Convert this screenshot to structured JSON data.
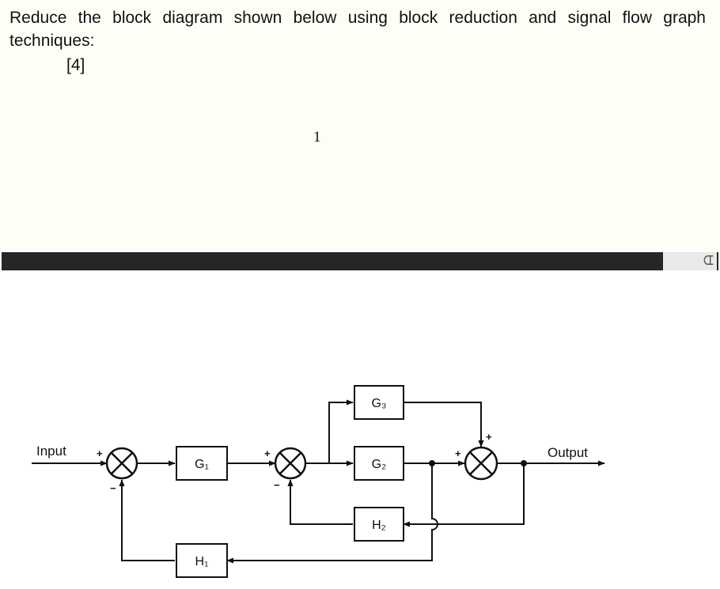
{
  "question": {
    "text": "Reduce the block diagram shown below using block reduction and signal flow graph techniques:",
    "marks": "[4]"
  },
  "page_number": "1",
  "corner_glyph": "ᗭ",
  "diagram": {
    "input_label": "Input",
    "output_label": "Output",
    "blocks": {
      "g1": "G₁",
      "g2": "G₂",
      "g3": "G₃",
      "h1": "H₁",
      "h2": "H₂"
    },
    "signs": {
      "s1_top": "+",
      "s1_bottom": "−",
      "s2_top": "+",
      "s2_bottom": "−",
      "s3_left": "+",
      "s3_top": "+"
    }
  }
}
